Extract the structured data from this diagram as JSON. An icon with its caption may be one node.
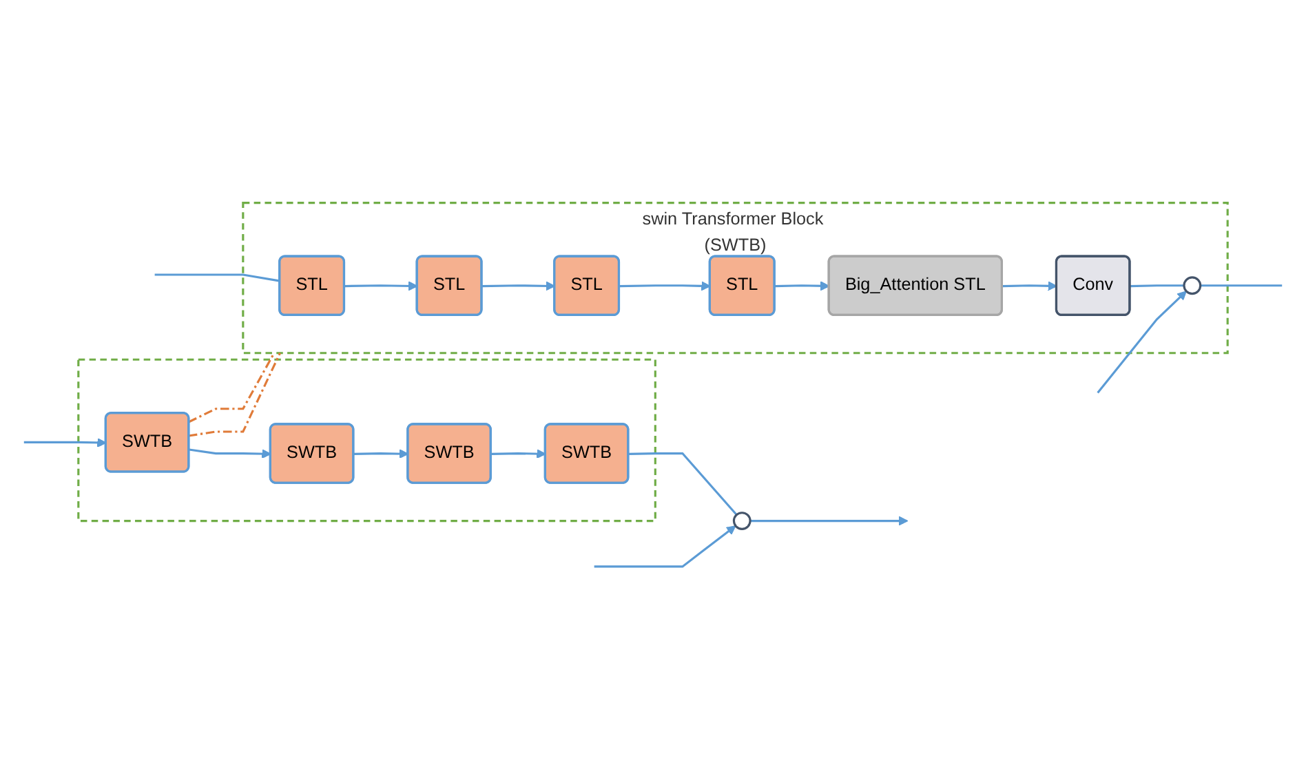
{
  "diagram": {
    "nodes": [
      {
        "text": [],
        "shape": "box"
      },
      {
        "text": [
          "SWTB"
        ],
        "in": 0
      },
      {
        "text": [
          "SWTB"
        ],
        "in": 0
      },
      {
        "text": [
          "SWTB"
        ],
        "in": 0
      },
      {
        "text": [
          "SWTB"
        ],
        "in": 0
      },
      {
        "text": [],
        "shape": "circle"
      },
      {
        "text": [
          "swin Transformer Block (SWTB)"
        ]
      },
      {
        "text": [
          "STL"
        ],
        "in": 6
      },
      {
        "text": [
          "STL"
        ],
        "in": 6
      },
      {
        "text": [
          "STL"
        ],
        "in": 6
      },
      {
        "text": [
          "STL"
        ],
        "in": 6
      },
      {
        "text": [
          "Big_Attention STL"
        ],
        "in": 6
      },
      {
        "text": [
          "Conv"
        ],
        "in": 6
      },
      {
        "text": [],
        "shape": "circle",
        "in": 6
      }
    ],
    "edges": [
      {
        "from": null,
        "to": 1,
        "arrow": "to"
      },
      {
        "from": 1,
        "to": 2,
        "arrow": "to"
      },
      {
        "from": 2,
        "to": 3,
        "arrow": "to"
      },
      {
        "from": 3,
        "to": 4,
        "arrow": "to"
      },
      {
        "from": 4,
        "to": 5,
        "arrow": "none"
      },
      {
        "from": null,
        "to": 5,
        "arrow": "to"
      },
      {
        "from": 5,
        "to": null,
        "arrow": "to"
      },
      {
        "from": 1,
        "to": 6,
        "arrow": "none",
        "style": "dashed",
        "color": "#e07b39"
      },
      {
        "from": 1,
        "to": 6,
        "arrow": "none",
        "style": "dashed",
        "color": "#e07b39"
      },
      {
        "from": null,
        "to": 7,
        "arrow": "none"
      },
      {
        "from": 7,
        "to": 8,
        "arrow": "to"
      },
      {
        "from": 8,
        "to": 9,
        "arrow": "to"
      },
      {
        "from": 9,
        "to": 10,
        "arrow": "to"
      },
      {
        "from": 10,
        "to": 11,
        "arrow": "to"
      },
      {
        "from": 11,
        "to": 12,
        "arrow": "to"
      },
      {
        "from": 12,
        "to": 13,
        "arrow": "none"
      },
      {
        "from": null,
        "to": 13,
        "arrow": "to"
      },
      {
        "from": 13,
        "to": null,
        "arrow": "none"
      }
    ]
  }
}
